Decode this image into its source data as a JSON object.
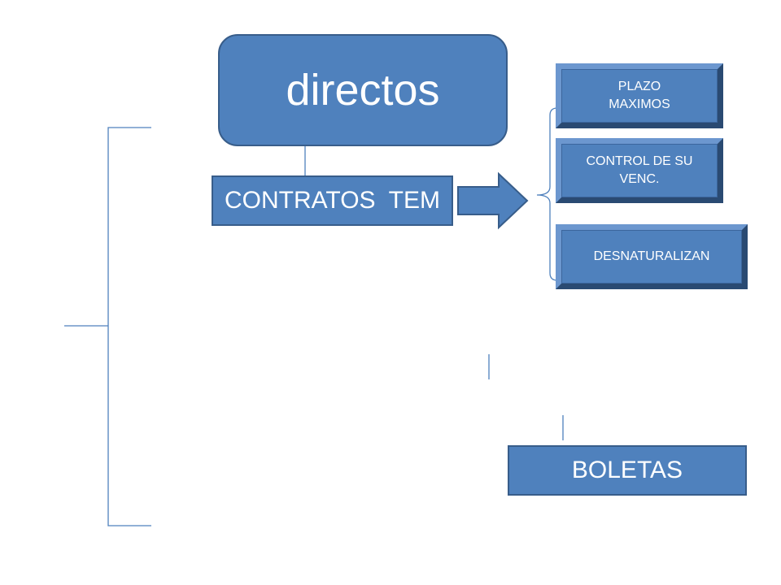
{
  "diagram": {
    "top_node": "directos",
    "main_node": "CONTRATOS  TEM",
    "branches": [
      "PLAZO MAXIMOS",
      "CONTROL DE SU VENC.",
      "DESNATURALIZAN"
    ],
    "bottom_node": "BOLETAS"
  },
  "colors": {
    "node_fill": "#4f81bd",
    "node_border": "#385d8a",
    "line": "#4f81bd"
  }
}
